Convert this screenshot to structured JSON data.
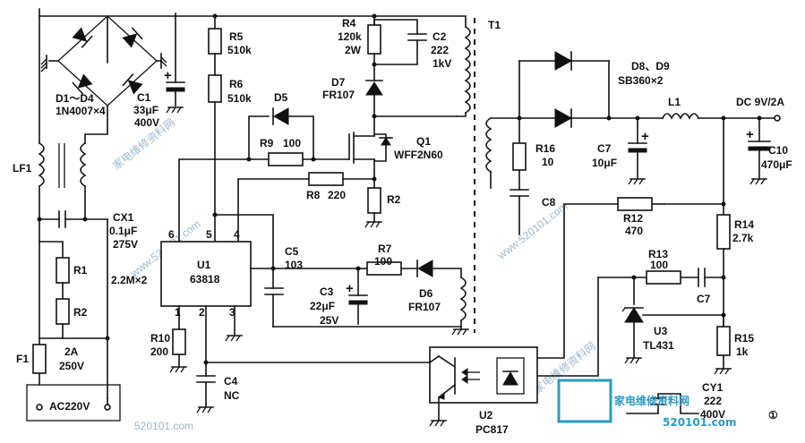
{
  "components": {
    "bridge": {
      "label": "D1～D4",
      "part": "1N4007×4"
    },
    "c1": {
      "label": "C1",
      "value": "33μF",
      "rating": "400V"
    },
    "lf1": {
      "label": "LF1"
    },
    "cx1": {
      "label": "CX1",
      "value": "0.1μF",
      "rating": "275V"
    },
    "r1": {
      "label": "R1"
    },
    "r2a": {
      "label": "R2"
    },
    "r1r2": {
      "value": "2.2M×2"
    },
    "f1": {
      "label": "F1",
      "value": "2A",
      "rating": "250V"
    },
    "input": {
      "label": "AC220V"
    },
    "r5": {
      "label": "R5",
      "value": "510k"
    },
    "r6": {
      "label": "R6",
      "value": "510k"
    },
    "d5": {
      "label": "D5"
    },
    "r9": {
      "label": "R9",
      "value": "100"
    },
    "r8": {
      "label": "R8",
      "value": "220"
    },
    "r4": {
      "label": "R4",
      "value": "120k",
      "rating": "2W"
    },
    "c2": {
      "label": "C2",
      "value": "222",
      "rating": "1kV"
    },
    "d7": {
      "label": "D7",
      "part": "FR107"
    },
    "q1": {
      "label": "Q1",
      "part": "WFF2N60"
    },
    "r2b": {
      "label": "R2"
    },
    "t1": {
      "label": "T1"
    },
    "u1": {
      "label": "U1",
      "part": "63818",
      "pins": [
        "6",
        "5",
        "4",
        "1",
        "2",
        "3"
      ]
    },
    "c5": {
      "label": "C5",
      "value": "103"
    },
    "r7": {
      "label": "R7",
      "value": "100"
    },
    "d6": {
      "label": "D6",
      "part": "FR107"
    },
    "c3": {
      "label": "C3",
      "value": "22μF",
      "rating": "25V"
    },
    "r10": {
      "label": "R10",
      "value": "200"
    },
    "c4": {
      "label": "C4",
      "value": "NC"
    },
    "d8d9": {
      "label": "D8、D9",
      "part": "SB360×2"
    },
    "r16": {
      "label": "R16",
      "value": "10"
    },
    "c8": {
      "label": "C8"
    },
    "c7a": {
      "label": "C7",
      "value": "10μF"
    },
    "l1": {
      "label": "L1"
    },
    "output": {
      "label": "DC 9V/2A"
    },
    "c10": {
      "label": "C10",
      "value": "470μF"
    },
    "r12": {
      "label": "R12",
      "value": "470"
    },
    "r14": {
      "label": "R14",
      "value": "2.7k"
    },
    "r13": {
      "label": "R13",
      "value": "100"
    },
    "c7b": {
      "label": "C7"
    },
    "u3": {
      "label": "U3",
      "part": "TL431"
    },
    "r15": {
      "label": "R15",
      "value": "1k"
    },
    "u2": {
      "label": "U2",
      "part": "PC817"
    },
    "cy1": {
      "label": "CY1",
      "value": "222",
      "rating": "400V"
    }
  },
  "figure_number": "①",
  "watermarks": {
    "site": "www.520101.com",
    "site_short": "520101.com",
    "brand": "家电维修资料网",
    "logo_site": "520101.com"
  },
  "colors": {
    "ink": "#111111",
    "watermark": "#9bb7cc",
    "logo": "#2a9ac4"
  }
}
